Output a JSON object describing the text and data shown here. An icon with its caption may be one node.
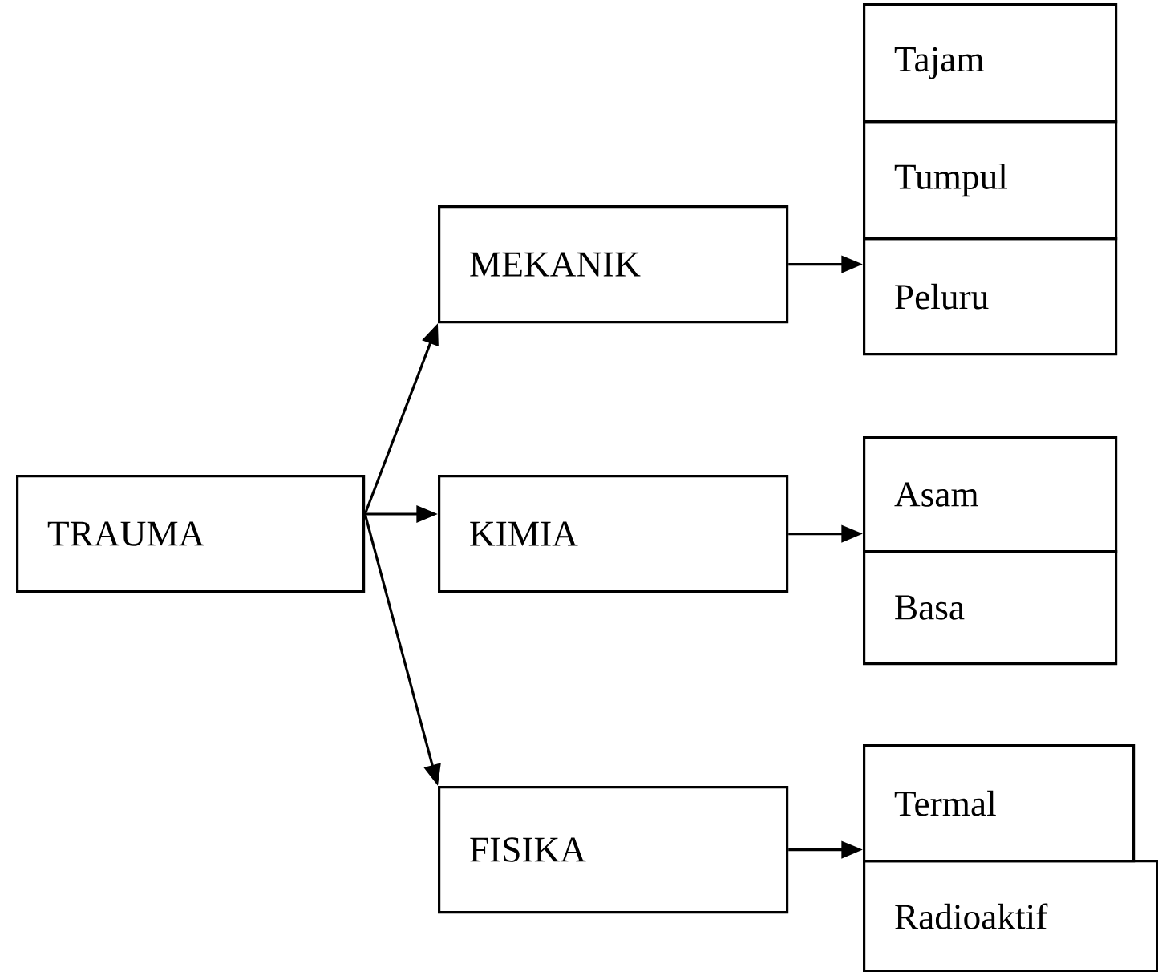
{
  "diagram": {
    "nodes": [
      {
        "text": [
          "TRAUMA"
        ]
      },
      {
        "text": [
          "MEKANIK"
        ]
      },
      {
        "text": [
          "KIMIA"
        ]
      },
      {
        "text": [
          "FISIKA"
        ]
      },
      {
        "text": [
          "Tajam"
        ]
      },
      {
        "text": [
          "Tumpul"
        ]
      },
      {
        "text": [
          "Peluru"
        ]
      },
      {
        "text": [
          "Asam"
        ]
      },
      {
        "text": [
          "Basa"
        ]
      },
      {
        "text": [
          "Termal"
        ]
      },
      {
        "text": [
          "Radioaktif"
        ]
      }
    ],
    "edges": [
      {
        "from": 0,
        "to": 1,
        "arrow": "to"
      },
      {
        "from": 0,
        "to": 2,
        "arrow": "to"
      },
      {
        "from": 0,
        "to": 3,
        "arrow": "to"
      },
      {
        "from": 1,
        "to": 6,
        "arrow": "to"
      },
      {
        "from": 2,
        "to": 8,
        "arrow": "to"
      },
      {
        "from": 3,
        "to": 10,
        "arrow": "to"
      }
    ]
  }
}
